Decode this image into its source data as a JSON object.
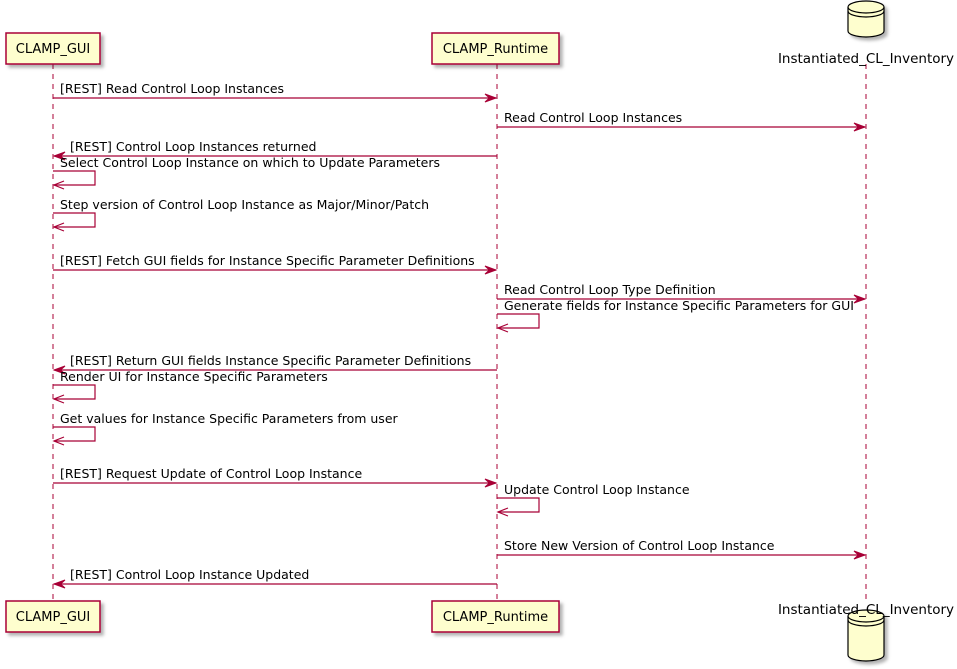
{
  "participants": [
    {
      "id": "gui",
      "label": "CLAMP_GUI",
      "kind": "box"
    },
    {
      "id": "rt",
      "label": "CLAMP_Runtime",
      "kind": "box"
    },
    {
      "id": "inv",
      "label": "Instantiated_CL_Inventory",
      "kind": "database"
    }
  ],
  "messages": [
    {
      "from": "gui",
      "to": "rt",
      "label": "[REST] Read Control Loop Instances"
    },
    {
      "from": "rt",
      "to": "inv",
      "label": "Read Control Loop Instances"
    },
    {
      "from": "rt",
      "to": "gui",
      "label": "[REST] Control Loop Instances returned"
    },
    {
      "from": "gui",
      "to": "gui",
      "label": "Select Control Loop Instance on which to Update Parameters"
    },
    {
      "from": "gui",
      "to": "gui",
      "label": "Step version of Control Loop Instance as Major/Minor/Patch"
    },
    {
      "from": "gui",
      "to": "rt",
      "label": "[REST] Fetch GUI fields for Instance Specific Parameter Definitions"
    },
    {
      "from": "rt",
      "to": "inv",
      "label": "Read Control Loop Type Definition"
    },
    {
      "from": "rt",
      "to": "rt",
      "label": "Generate fields for Instance Specific Parameters for GUI"
    },
    {
      "from": "rt",
      "to": "gui",
      "label": "[REST] Return GUI fields Instance Specific Parameter Definitions"
    },
    {
      "from": "gui",
      "to": "gui",
      "label": "Render UI for Instance Specific Parameters"
    },
    {
      "from": "gui",
      "to": "gui",
      "label": "Get values for Instance Specific Parameters from user"
    },
    {
      "from": "gui",
      "to": "rt",
      "label": "[REST] Request Update of Control Loop Instance"
    },
    {
      "from": "rt",
      "to": "rt",
      "label": "Update Control Loop Instance"
    },
    {
      "from": "rt",
      "to": "inv",
      "label": "Store New Version of Control Loop Instance"
    },
    {
      "from": "rt",
      "to": "gui",
      "label": "[REST] Control Loop Instance Updated"
    }
  ],
  "colors": {
    "arrow": "#A80036",
    "box_fill": "#FEFECE",
    "box_border": "#A80036",
    "lifeline": "#A80036",
    "text": "#000000"
  }
}
